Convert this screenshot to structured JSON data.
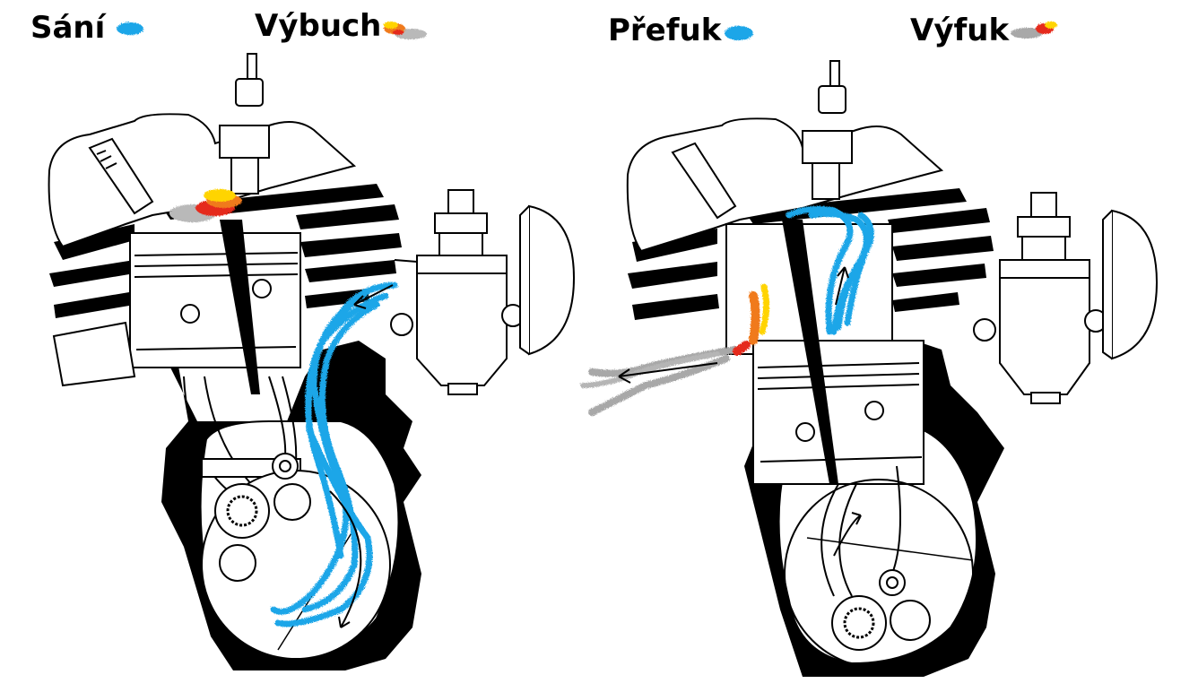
{
  "legend": {
    "intake": {
      "label": "Sání",
      "colors": [
        "#1ea6e8",
        "#38b8f0"
      ]
    },
    "combustion": {
      "label": "Výbuch",
      "colors": [
        "#ffd400",
        "#f07a1c",
        "#e52b1d",
        "#b9b9b9"
      ]
    },
    "transfer": {
      "label": "Přefuk",
      "colors": [
        "#1ea6e8",
        "#38b8f0"
      ]
    },
    "exhaust": {
      "label": "Výfuk",
      "colors": [
        "#a8a8a8",
        "#e52b1d",
        "#ffd400"
      ]
    }
  },
  "panels": [
    {
      "name": "engine-intake-combustion",
      "phases": [
        "intake",
        "combustion"
      ]
    },
    {
      "name": "engine-transfer-exhaust",
      "phases": [
        "transfer",
        "exhaust"
      ]
    }
  ],
  "icons": [
    "spark-plug-icon",
    "carburetor-icon",
    "piston-icon",
    "crankshaft-icon",
    "flywheel-icon",
    "cooling-fins-icon"
  ]
}
